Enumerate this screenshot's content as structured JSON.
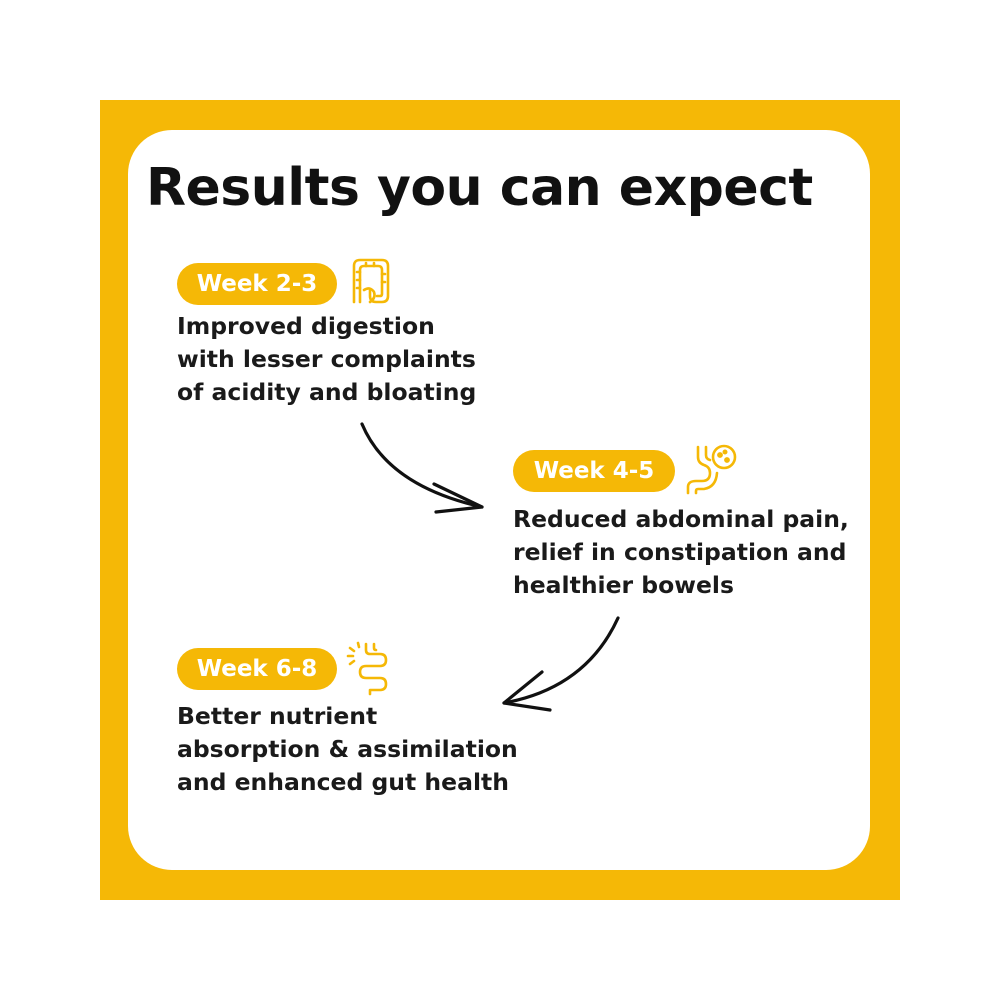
{
  "title": "Results you can expect",
  "steps": [
    {
      "week": "Week 2-3",
      "icon": "colon-icon",
      "lines": [
        "Improved digestion",
        "with lesser complaints",
        "of acidity and bloating"
      ]
    },
    {
      "week": "Week 4-5",
      "icon": "stomach-icon",
      "lines": [
        "Reduced abdominal pain,",
        "relief in constipation and",
        "healthier bowels"
      ]
    },
    {
      "week": "Week 6-8",
      "icon": "intestine-icon",
      "lines": [
        "Better nutrient",
        "absorption & assimilation",
        "and enhanced gut health"
      ]
    }
  ],
  "colors": {
    "accent": "#F5B806",
    "text": "#111111",
    "card": "#ffffff"
  }
}
